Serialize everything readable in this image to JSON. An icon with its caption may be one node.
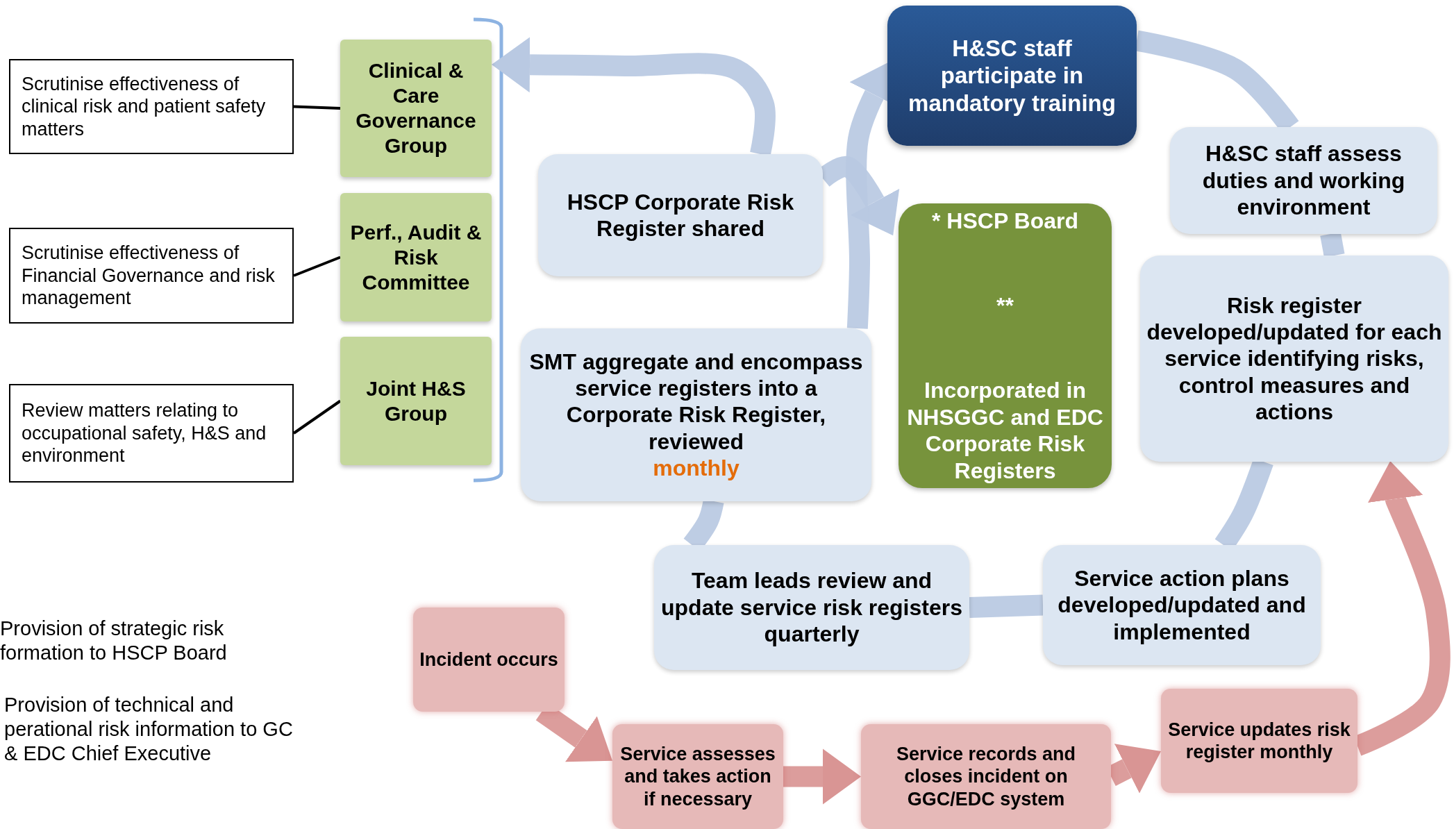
{
  "diagram": {
    "nodes": [
      {
        "text": [
          "Scrutinise effectiveness of clinical risk and patient safety matters"
        ]
      },
      {
        "text": [
          "Scrutinise effectiveness of Financial Governance and risk management"
        ]
      },
      {
        "text": [
          "Review matters relating to occupational safety, H&S and environment"
        ]
      },
      {
        "text": [
          "Clinical & Care Governance Group"
        ]
      },
      {
        "text": [
          "Perf., Audit & Risk Committee"
        ]
      },
      {
        "text": [
          "Joint H&S Group"
        ]
      },
      {
        "text": [
          "H&SC staff participate in mandatory training"
        ]
      },
      {
        "text": [
          "H&SC staff assess duties and working environment"
        ]
      },
      {
        "text": [
          "Risk register developed/updated for each service identifying risks, control measures and actions"
        ]
      },
      {
        "text": [
          "HSCP Corporate Risk Register shared"
        ]
      },
      {
        "text": [
          "* HSCP Board",
          "**",
          "Incorporated in NHSGGC and EDC Corporate Risk Registers"
        ]
      },
      {
        "text": [
          "SMT aggregate and encompass service registers into a Corporate Risk Register, reviewed",
          "monthly"
        ]
      },
      {
        "text": [
          "Team leads review and update service risk registers quarterly"
        ]
      },
      {
        "text": [
          "Service action plans developed/updated and implemented"
        ]
      },
      {
        "text": [
          "Incident occurs"
        ]
      },
      {
        "text": [
          "Service assesses and takes action if necessary"
        ]
      },
      {
        "text": [
          "Service records and closes incident on GGC/EDC system"
        ]
      },
      {
        "text": [
          "Service updates risk register monthly"
        ]
      }
    ],
    "edges": [
      {
        "from": 0,
        "to": 3,
        "arrow": "none",
        "color": "#000000"
      },
      {
        "from": 1,
        "to": 4,
        "arrow": "none",
        "color": "#000000"
      },
      {
        "from": 2,
        "to": 5,
        "arrow": "none",
        "color": "#000000"
      },
      {
        "from": 9,
        "to": 3,
        "arrow": "to"
      },
      {
        "from": 9,
        "to": 10,
        "arrow": "to"
      },
      {
        "from": 11,
        "to": 6,
        "arrow": "to"
      },
      {
        "from": 6,
        "to": 7,
        "arrow": "none"
      },
      {
        "from": 7,
        "to": 8,
        "arrow": "none"
      },
      {
        "from": 8,
        "to": 13,
        "arrow": "none"
      },
      {
        "from": 13,
        "to": 12,
        "arrow": "none"
      },
      {
        "from": 12,
        "to": 11,
        "arrow": "none"
      },
      {
        "from": 14,
        "to": 15,
        "arrow": "to",
        "color": "#d99594"
      },
      {
        "from": 15,
        "to": 16,
        "arrow": "to",
        "color": "#d99594"
      },
      {
        "from": 16,
        "to": 17,
        "arrow": "to",
        "color": "#d99594"
      },
      {
        "from": 17,
        "to": 8,
        "arrow": "to",
        "color": "#d99594"
      }
    ],
    "labels": [
      "Provision of strategic risk formation to HSCP Board",
      "Provision of technical and perational risk information to GC & EDC Chief Executive"
    ]
  }
}
